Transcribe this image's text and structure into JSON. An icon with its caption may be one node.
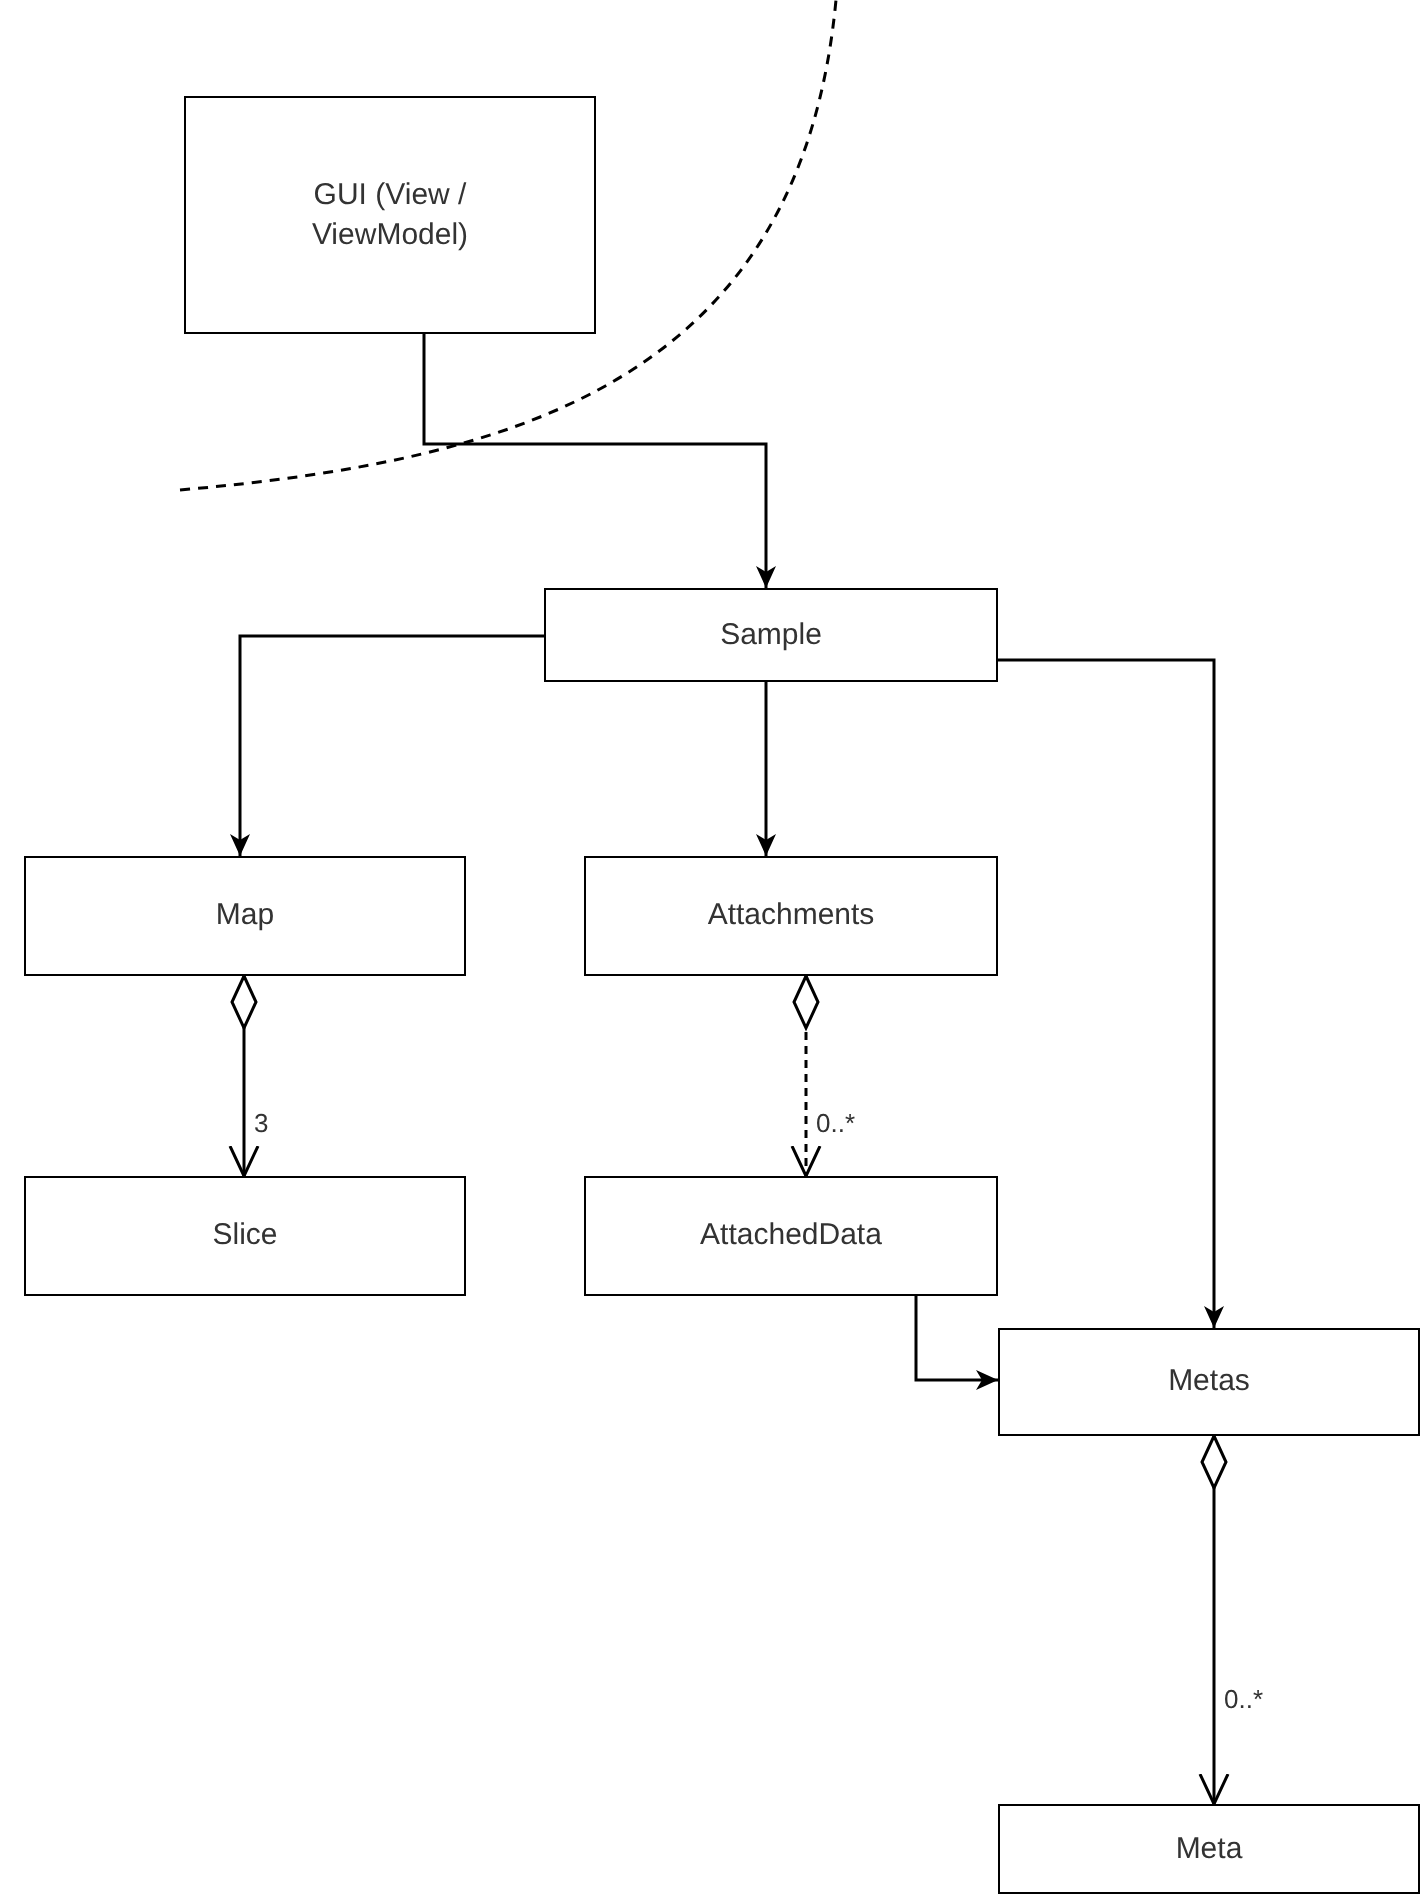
{
  "diagram": {
    "nodes": [
      {
        "text": [
          "GUI (View / ViewModel)"
        ]
      },
      {
        "text": [
          "Sample"
        ]
      },
      {
        "text": [
          "Map"
        ]
      },
      {
        "text": [
          "Attachments"
        ]
      },
      {
        "text": [
          "Slice"
        ]
      },
      {
        "text": [
          "AttachedData"
        ]
      },
      {
        "text": [
          "Metas"
        ]
      },
      {
        "text": [
          "Meta"
        ]
      }
    ],
    "edges": [
      {
        "from": 0,
        "to": 1,
        "arrow": "to"
      },
      {
        "from": 1,
        "to": 2,
        "arrow": "to"
      },
      {
        "from": 1,
        "to": 3,
        "arrow": "to"
      },
      {
        "from": 1,
        "to": 6,
        "arrow": "to"
      },
      {
        "from": 2,
        "to": 4,
        "arrow": "to",
        "label": "3"
      },
      {
        "from": 3,
        "to": 5,
        "arrow": "to",
        "label": "0..*",
        "style": "dashed"
      },
      {
        "from": 5,
        "to": 6,
        "arrow": "to"
      },
      {
        "from": 6,
        "to": 7,
        "arrow": "to",
        "label": "0..*"
      }
    ]
  }
}
